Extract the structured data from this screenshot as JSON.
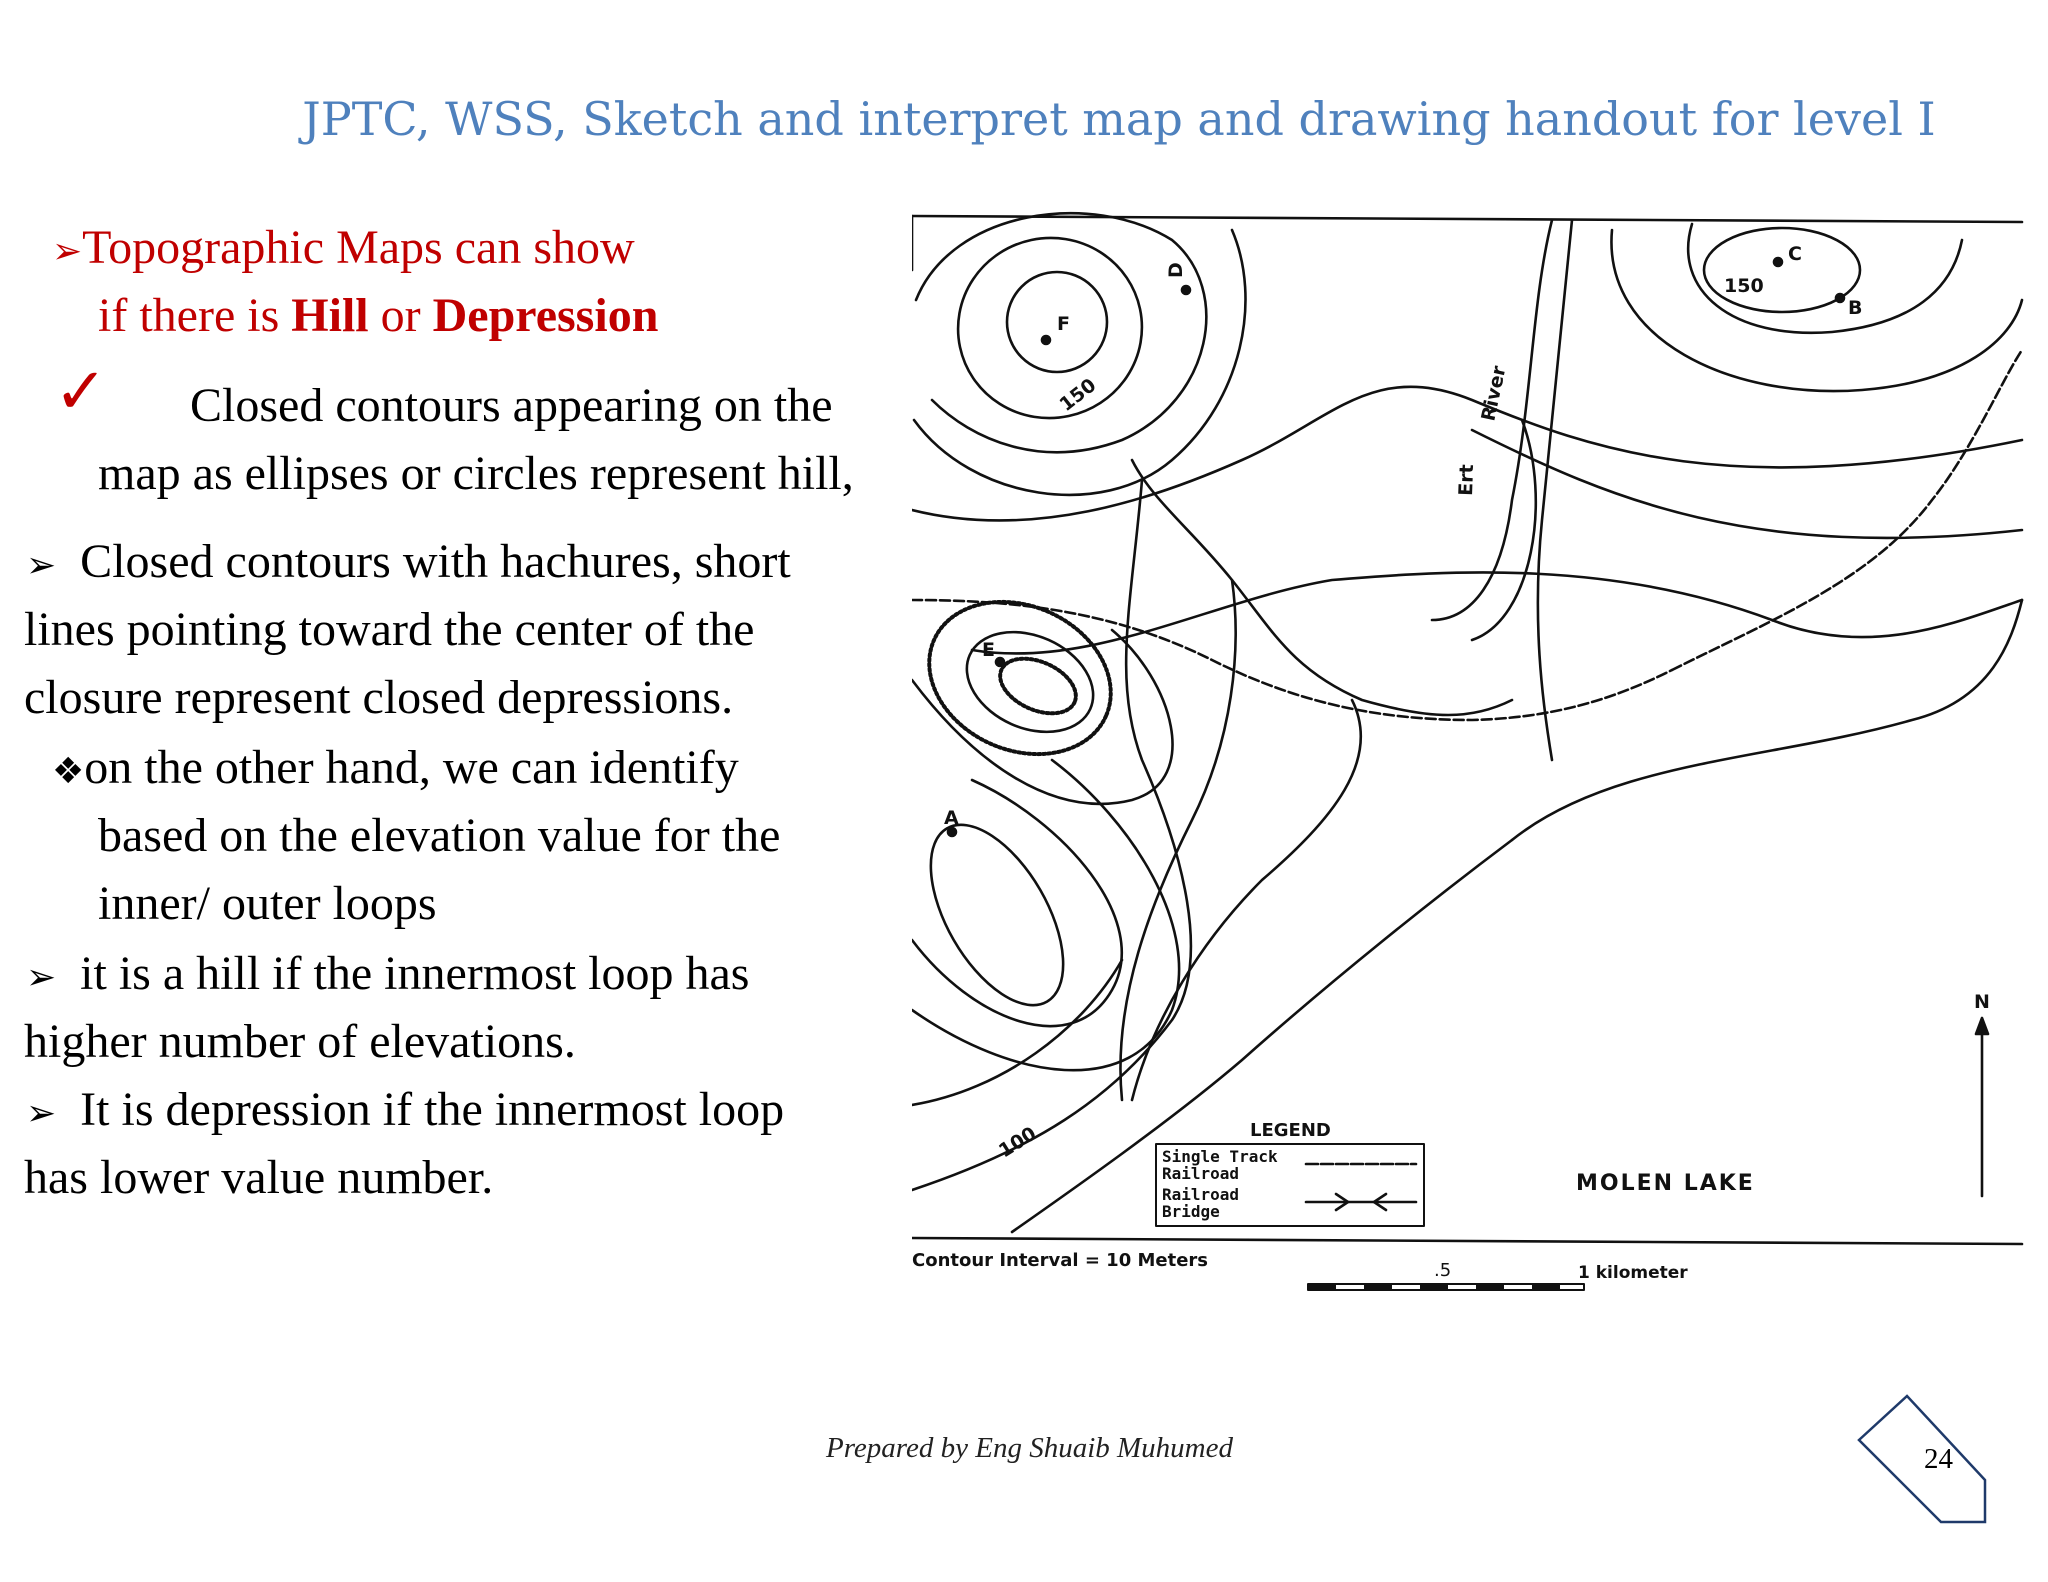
{
  "header": {
    "title": "JPTC, WSS, Sketch and interpret map and drawing handout for level I"
  },
  "intro": {
    "arrow_glyph": "➢",
    "line1": "Topographic Maps can show",
    "line2_pre": "if there is ",
    "line2_hill": "Hill",
    "line2_or": " or ",
    "line2_depression": "Depression"
  },
  "check": {
    "glyph": "✓",
    "line1": "Closed contours appearing on the",
    "line2": "map as ellipses or circles represent hill,"
  },
  "hachures": {
    "glyph": "➢",
    "line1": "Closed contours with hachures, short",
    "line2": "lines pointing toward the center of the",
    "line3": "closure represent closed depressions."
  },
  "identify": {
    "glyph": "❖",
    "line1": "on the other hand, we can identify",
    "line2": "based on the elevation value for the",
    "line3": "inner/ outer loops"
  },
  "hill_rule": {
    "glyph": "➢",
    "line1": "it is a hill if the innermost loop has",
    "line2": "higher number of elevations."
  },
  "depression_rule": {
    "glyph": "➢",
    "line1": "It is depression if the innermost loop",
    "line2": "has lower value number."
  },
  "map": {
    "labels": {
      "contour_150_left": "150",
      "contour_150_right": "150",
      "contour_100": "100",
      "point_a": "A",
      "point_b": "B",
      "point_c": "C",
      "point_d": "D",
      "point_e": "E",
      "point_f": "F",
      "river_1": "River",
      "river_2": "Ert",
      "north": "N",
      "lake": "MOLEN LAKE"
    },
    "legend": {
      "title": "LEGEND",
      "item1_a": "Single Track",
      "item1_b": "Railroad",
      "item2_a": "Railroad",
      "item2_b": "Bridge"
    },
    "contour_interval": "Contour Interval = 10 Meters",
    "scale_mid": ".5",
    "scale_end": "1 kilometer"
  },
  "footer": {
    "prepared_by": "Prepared by Eng Shuaib Muhumed"
  },
  "page": {
    "number": "24"
  },
  "colors": {
    "header": "#4f81bd",
    "accent_red": "#c00000"
  }
}
